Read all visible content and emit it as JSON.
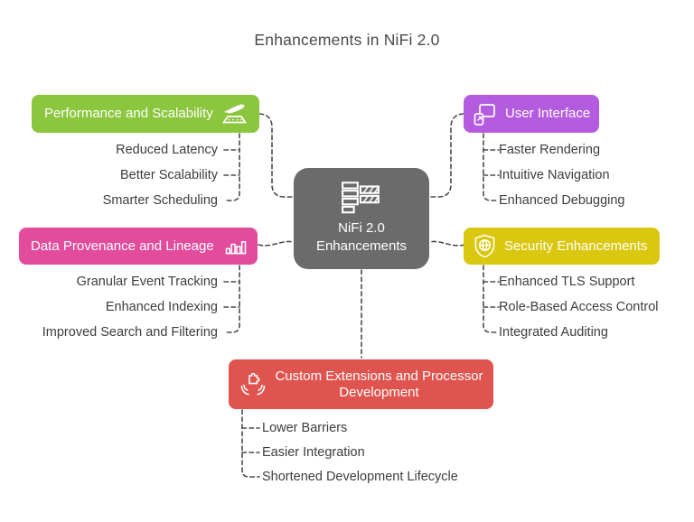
{
  "title": "Enhancements in NiFi 2.0",
  "center": {
    "label_line1": "NiFi 2.0",
    "label_line2": "Enhancements",
    "icon": "flow-queue-icon",
    "color": "#6B6B6B"
  },
  "connector_color": "#4a4a4a",
  "branches": [
    {
      "id": "performance",
      "label": "Performance and Scalability",
      "icon": "flight-takeoff-icon",
      "color": "#8CC63E",
      "items": [
        "Reduced Latency",
        "Better Scalability",
        "Smarter Scheduling"
      ]
    },
    {
      "id": "user-interface",
      "label": "User Interface",
      "icon": "devices-icon",
      "color": "#B45CDF",
      "items": [
        "Faster Rendering",
        "Intuitive Navigation",
        "Enhanced Debugging"
      ]
    },
    {
      "id": "data-provenance",
      "label": "Data Provenance and Lineage",
      "icon": "bar-chart-icon",
      "color": "#E34C9D",
      "items": [
        "Granular Event Tracking",
        "Enhanced Indexing",
        "Improved Search and Filtering"
      ]
    },
    {
      "id": "security",
      "label": "Security Enhancements",
      "icon": "shield-globe-icon",
      "color": "#DAC70F",
      "items": [
        "Enhanced TLS Support",
        "Role-Based Access Control",
        "Integrated Auditing"
      ]
    },
    {
      "id": "custom-extensions",
      "label": "Custom Extensions and Processor Development",
      "icon": "hands-puzzle-icon",
      "color": "#E0544F",
      "items": [
        "Lower Barriers",
        "Easier Integration",
        "Shortened Development Lifecycle"
      ]
    }
  ]
}
